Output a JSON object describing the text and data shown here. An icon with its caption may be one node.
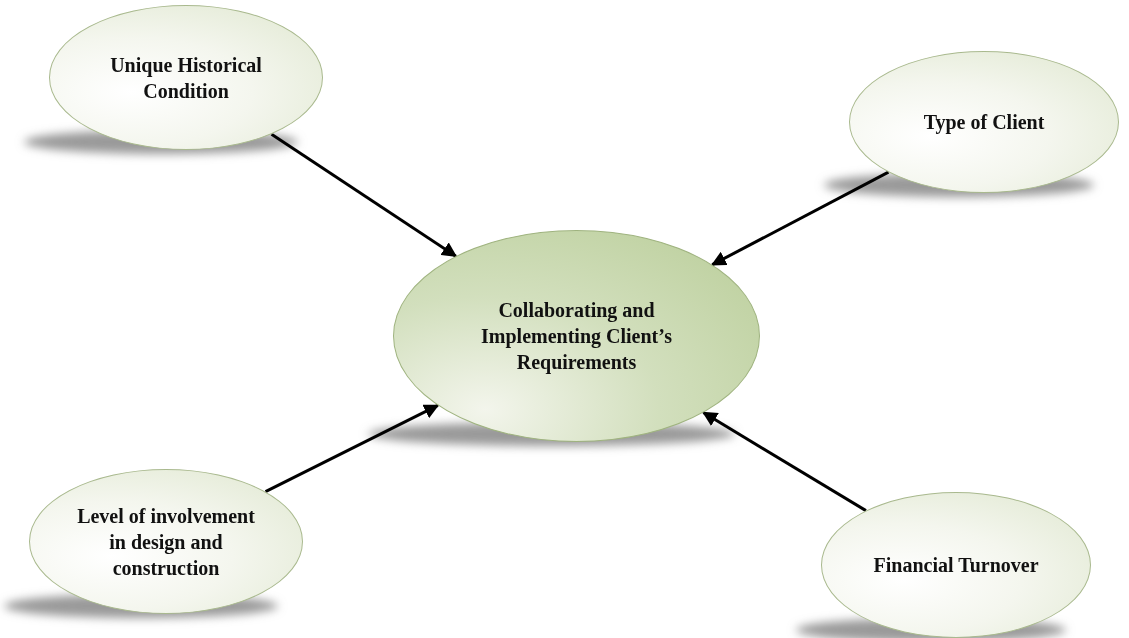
{
  "diagram": {
    "nodes": [
      {
        "text": [
          "Unique Historical Condition"
        ]
      },
      {
        "text": [
          "Type of Client"
        ]
      },
      {
        "text": [
          "Collaborating and Implementing Client’s Requirements"
        ]
      },
      {
        "text": [
          "Level of involvement in design and construction"
        ]
      },
      {
        "text": [
          "Financial Turnover"
        ]
      }
    ],
    "edges": [
      {
        "from": 0,
        "to": 2,
        "arrow": "to"
      },
      {
        "from": 1,
        "to": 2,
        "arrow": "to"
      },
      {
        "from": 3,
        "to": 2,
        "arrow": "to"
      },
      {
        "from": 4,
        "to": 2,
        "arrow": "to"
      }
    ]
  }
}
